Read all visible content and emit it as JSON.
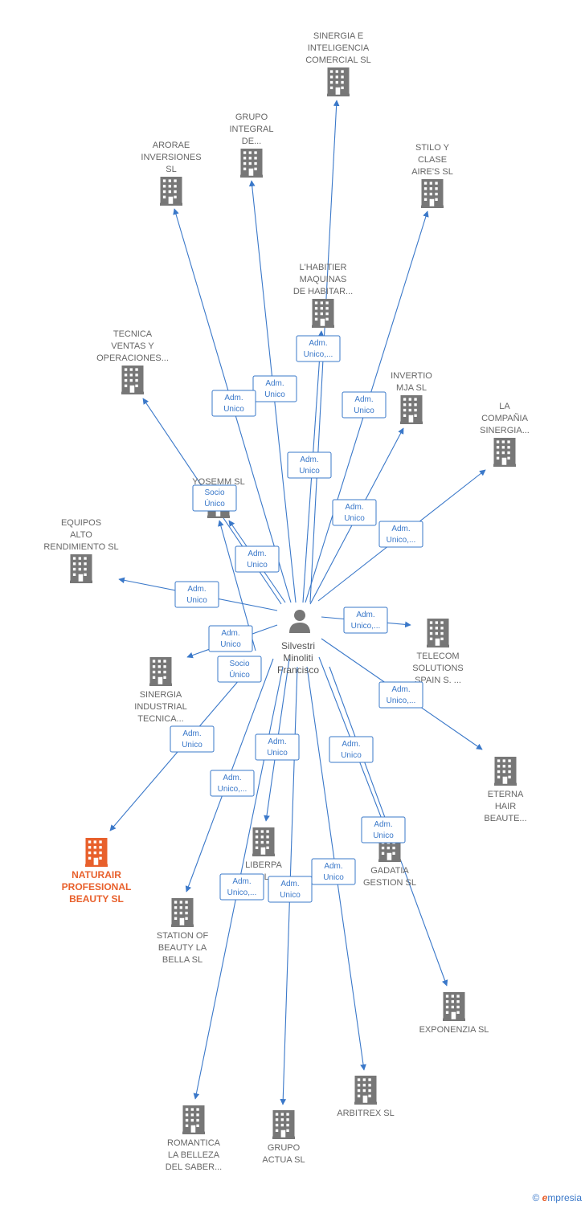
{
  "colors": {
    "edge": "#3a78c9",
    "building": "#777777",
    "main_building": "#e8602c",
    "person": "#777777",
    "label_text": "#666666"
  },
  "center": {
    "id": "person",
    "label": [
      "Silvestri",
      "Minoliti",
      "Francisco"
    ],
    "icon": "person-icon"
  },
  "nodes": [
    {
      "id": "sinergia_int",
      "label": [
        "SINERGIA E",
        "INTELIGENCIA",
        "COMERCIAL SL"
      ]
    },
    {
      "id": "grupo_integral",
      "label": [
        "GRUPO",
        "INTEGRAL",
        "DE..."
      ]
    },
    {
      "id": "arorae",
      "label": [
        "ARORAE",
        "INVERSIONES",
        "SL"
      ]
    },
    {
      "id": "stilo",
      "label": [
        "STILO Y",
        "CLASE",
        "AIRE'S  SL"
      ]
    },
    {
      "id": "habitier",
      "label": [
        "L'HABITIER",
        "MAQUINAS",
        "DE HABITAR..."
      ]
    },
    {
      "id": "tecnica",
      "label": [
        "TECNICA",
        "VENTAS Y",
        "OPERACIONES..."
      ]
    },
    {
      "id": "invertio",
      "label": [
        "INVERTIO",
        "MJA  SL"
      ]
    },
    {
      "id": "compania",
      "label": [
        "LA",
        "COMPAÑIA",
        "SINERGIA..."
      ]
    },
    {
      "id": "yosemm",
      "label": [
        "YOSEMM  SL"
      ]
    },
    {
      "id": "equipos",
      "label": [
        "EQUIPOS",
        "ALTO",
        "RENDIMIENTO SL"
      ]
    },
    {
      "id": "telecom",
      "label": [
        "TELECOM",
        "SOLUTIONS",
        "SPAIN S. ..."
      ]
    },
    {
      "id": "sinergia_ind",
      "label": [
        "SINERGIA",
        "INDUSTRIAL",
        "TECNICA..."
      ]
    },
    {
      "id": "eterna",
      "label": [
        "ETERNA",
        "HAIR",
        "BEAUTE..."
      ]
    },
    {
      "id": "naturair",
      "label": [
        "NATURAIR",
        "PROFESIONAL",
        "BEAUTY  SL"
      ],
      "main": true
    },
    {
      "id": "liberpa",
      "label": [
        "LIBERPA",
        "SL"
      ]
    },
    {
      "id": "gadatia",
      "label": [
        "GADATIA",
        "GESTION  SL"
      ]
    },
    {
      "id": "station",
      "label": [
        "STATION OF",
        "BEAUTY LA",
        "BELLA  SL"
      ]
    },
    {
      "id": "exponenzia",
      "label": [
        "EXPONENZIA SL"
      ]
    },
    {
      "id": "arbitrex",
      "label": [
        "ARBITREX SL"
      ]
    },
    {
      "id": "romantica",
      "label": [
        "ROMANTICA",
        "LA BELLEZA",
        "DEL SABER..."
      ]
    },
    {
      "id": "grupo_actua",
      "label": [
        "GRUPO",
        "ACTUA  SL"
      ]
    }
  ],
  "edges": [
    {
      "to": "sinergia_int",
      "label": [
        "Adm.",
        "Unico,..."
      ]
    },
    {
      "to": "grupo_integral",
      "label": [
        "Adm.",
        "Unico"
      ]
    },
    {
      "to": "arorae",
      "label": [
        "Adm.",
        "Unico"
      ]
    },
    {
      "to": "stilo",
      "label": [
        "Adm.",
        "Unico"
      ]
    },
    {
      "to": "habitier",
      "label": [
        "Adm.",
        "Unico"
      ]
    },
    {
      "to": "tecnica",
      "label": [
        "Socio",
        "Único"
      ]
    },
    {
      "to": "invertio",
      "label": [
        "Adm.",
        "Unico"
      ]
    },
    {
      "to": "compania",
      "label": [
        "Adm.",
        "Unico,..."
      ]
    },
    {
      "to": "yosemm",
      "label": [
        "Adm.",
        "Unico"
      ]
    },
    {
      "to": "yosemm",
      "label": [
        "Socio",
        "Único"
      ],
      "variant": 2
    },
    {
      "to": "equipos",
      "label": [
        "Adm.",
        "Unico"
      ]
    },
    {
      "to": "telecom",
      "label": [
        "Adm.",
        "Unico,..."
      ]
    },
    {
      "to": "sinergia_ind",
      "label": [
        "Adm.",
        "Unico"
      ]
    },
    {
      "to": "eterna",
      "label": [
        "Adm.",
        "Unico,..."
      ]
    },
    {
      "to": "naturair",
      "label": [
        "Adm.",
        "Unico"
      ]
    },
    {
      "to": "liberpa",
      "label": [
        "Adm.",
        "Unico"
      ]
    },
    {
      "to": "gadatia",
      "label": [
        "Adm.",
        "Unico"
      ]
    },
    {
      "to": "station",
      "label": [
        "Adm.",
        "Unico,..."
      ]
    },
    {
      "to": "exponenzia",
      "label": [
        "Adm.",
        "Unico"
      ]
    },
    {
      "to": "arbitrex",
      "label": [
        "Adm.",
        "Unico"
      ]
    },
    {
      "to": "romantica",
      "label": [
        "Adm.",
        "Unico,..."
      ]
    },
    {
      "to": "grupo_actua",
      "label": [
        "Adm.",
        "Unico"
      ]
    }
  ],
  "brand": {
    "copyright": "©",
    "e": "e",
    "name": "mpresia"
  }
}
